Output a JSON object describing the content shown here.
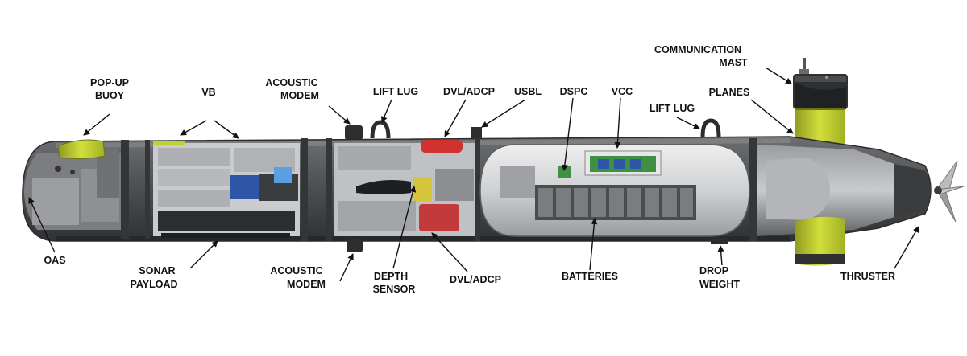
{
  "diagram": {
    "labels": {
      "pop_up_buoy_1": "POP-UP",
      "pop_up_buoy_2": "BUOY",
      "vb": "VB",
      "acoustic_modem_top_1": "ACOUSTIC",
      "acoustic_modem_top_2": "MODEM",
      "lift_lug_fwd": "LIFT LUG",
      "dvl_adcp_top": "DVL/ADCP",
      "usbl": "USBL",
      "dspc": "DSPC",
      "vcc": "VCC",
      "lift_lug_aft": "LIFT LUG",
      "communication_mast_1": "COMMUNICATION",
      "communication_mast_2": "MAST",
      "planes": "PLANES",
      "oas": "OAS",
      "sonar_payload_1": "SONAR",
      "sonar_payload_2": "PAYLOAD",
      "acoustic_modem_bottom_1": "ACOUSTIC",
      "acoustic_modem_bottom_2": "MODEM",
      "depth_sensor_1": "DEPTH",
      "depth_sensor_2": "SENSOR",
      "dvl_adcp_bottom": "DVL/ADCP",
      "batteries": "BATTERIES",
      "drop_weight_1": "DROP",
      "drop_weight_2": "WEIGHT",
      "thruster": "THRUSTER"
    },
    "colors": {
      "hull": "#5a5c5e",
      "hull_dark": "#3a3c3e",
      "interior": "#b9bcbf",
      "bay": "#d6d8da",
      "fin_green": "#c3d12e",
      "dvl_red": "#d2322e",
      "modem_blue": "#2f56a6",
      "vcc_green": "#3f8f45"
    }
  }
}
